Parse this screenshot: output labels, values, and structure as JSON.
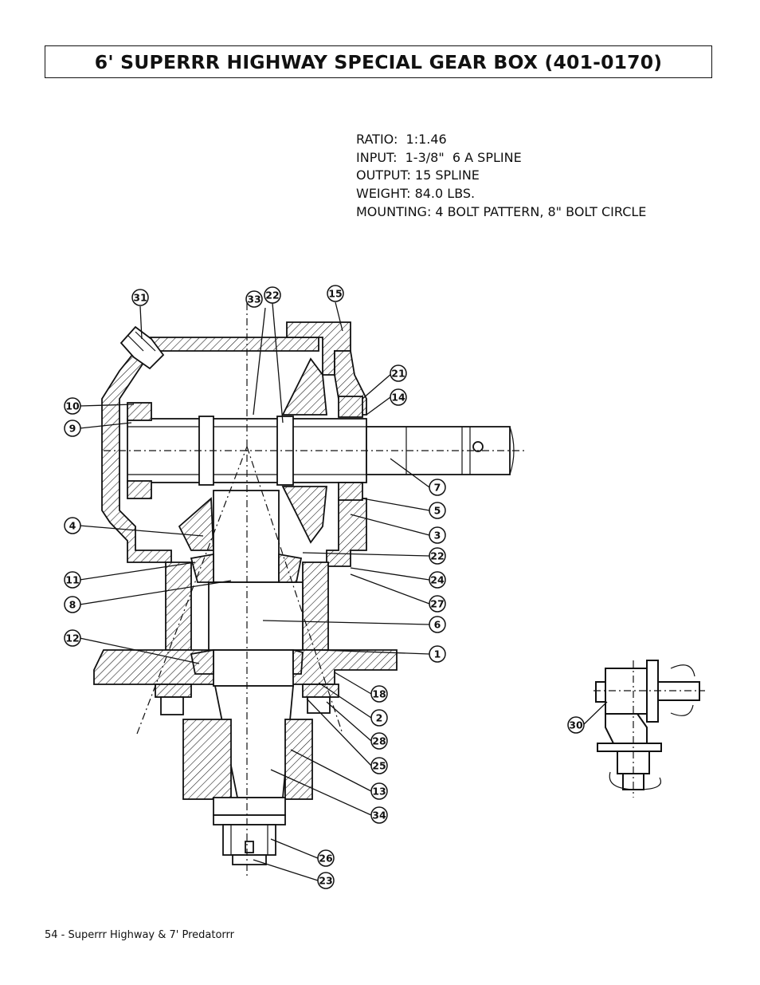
{
  "title": "6' SUPERRR HIGHWAY SPECIAL GEAR BOX (401-0170)",
  "specs": [
    "RATIO:  1:1.46",
    "INPUT:  1-3/8\"  6 A SPLINE",
    "OUTPUT: 15 SPLINE",
    "WEIGHT: 84.0 LBS.",
    "MOUNTING: 4 BOLT PATTERN, 8\" BOLT CIRCLE"
  ],
  "callouts": {
    "c31": "31",
    "c33": "33",
    "c22a": "22",
    "c15": "15",
    "c21": "21",
    "c14": "14",
    "c10": "10",
    "c9": "9",
    "c7": "7",
    "c5": "5",
    "c3": "3",
    "c4": "4",
    "c22b": "22",
    "c11": "11",
    "c24": "24",
    "c8": "8",
    "c27": "27",
    "c6": "6",
    "c12": "12",
    "c1": "1",
    "c18": "18",
    "c2": "2",
    "c28": "28",
    "c25": "25",
    "c13": "13",
    "c34": "34",
    "c26": "26",
    "c23": "23",
    "c30": "30"
  },
  "footer": "54 - Superrr Highway & 7' Predatorrr"
}
